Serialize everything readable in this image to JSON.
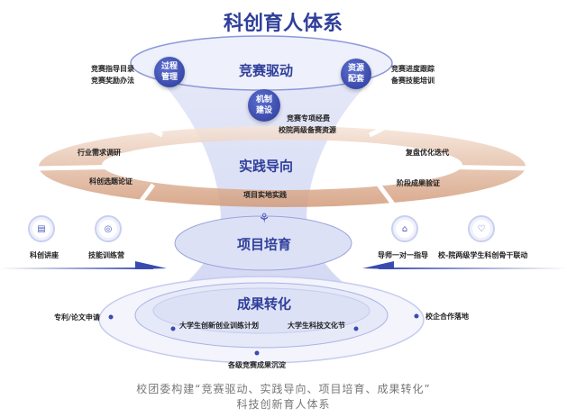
{
  "title": "科创育人体系",
  "competition": {
    "heading": "竞赛驱动",
    "process": {
      "label": "过程\n管理",
      "items": [
        "竞赛指导目录",
        "竞赛奖励办法"
      ]
    },
    "resources": {
      "label": "资源\n配套",
      "items": [
        "竞赛进度跟踪",
        "备赛技能培训"
      ]
    },
    "mechanism": {
      "label": "机制\n建设",
      "items": [
        "竞赛专项经费",
        "校院两级备赛资源"
      ]
    }
  },
  "practice": {
    "heading": "实践导向",
    "segments": [
      "行业需求调研",
      "科创选题论证",
      "项目实地实践",
      "阶段成果验证",
      "复盘优化迭代"
    ]
  },
  "cultivation": {
    "heading": "项目培育",
    "left": [
      "科创讲座",
      "技能训练营"
    ],
    "right": [
      "导师一对一指导",
      "校-院两级学生科创骨干联动"
    ]
  },
  "results": {
    "heading": "成果转化",
    "items": [
      "专利/论文申请",
      "大学生创新创业训练计划",
      "大学生科技文化节",
      "校企合作落地",
      "各级竞赛成果沉淀"
    ]
  },
  "caption": [
    "校团委构建“竞赛驱动、实践导向、项目培育、成果转化”",
    "科技创新育人体系"
  ],
  "colors": {
    "primary": "#2f3f9a",
    "orange": "#d9a88a"
  }
}
